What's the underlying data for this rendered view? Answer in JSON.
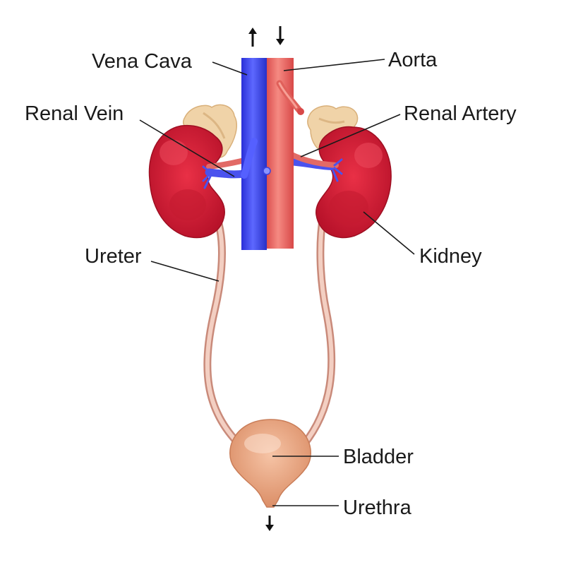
{
  "labels": {
    "vena_cava": "Vena Cava",
    "aorta": "Aorta",
    "renal_vein": "Renal Vein",
    "renal_artery": "Renal Artery",
    "ureter": "Ureter",
    "kidney": "Kidney",
    "bladder": "Bladder",
    "urethra": "Urethra"
  },
  "colors": {
    "vein": "#3b44e6",
    "artery": "#e8605c",
    "kidney": "#d42337",
    "adrenal": "#f0d2a8",
    "ureter": "#e8b8a8",
    "bladder": "#e6a07c"
  }
}
